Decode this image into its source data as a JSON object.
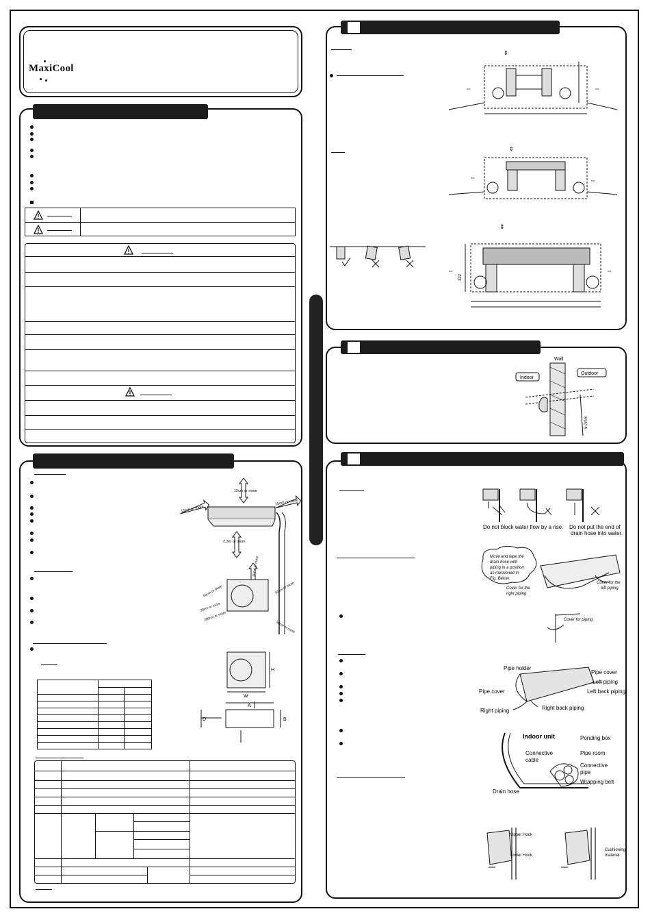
{
  "brand": {
    "name": "MaxiCool"
  },
  "fig_clearance": {
    "top": "15cm or more",
    "side_left": "15cm or more",
    "side_right": "15cm or more",
    "bottom": "2.3m or more"
  },
  "fig_outdoor_clearance": {
    "a": "30cm or more",
    "b": "50cm or more",
    "c": "50cm or more",
    "d": "200cm or more",
    "e": "30cm or more",
    "f": "50cm or more"
  },
  "fig_dims": {
    "h": "H",
    "w": "W",
    "a": "A",
    "b": "B",
    "d": "D"
  },
  "fig_wall": {
    "wall": "Wall",
    "indoor": "Indoor",
    "outdoor": "Outdoor",
    "gap": "5-7mm"
  },
  "fig_plate": {
    "dim1": "322"
  },
  "fig_drain": {
    "caption1": "Do not block water flow by a rise.",
    "caption2": "Do not put the end of drain hose into water."
  },
  "fig_tape": {
    "bubble": "Move and tape the drain hose with piping in a position as mentioned in Fig. Below.",
    "right_cover": "Cover for the right piping",
    "left_cover": "Cover for the left piping",
    "cover_piping": "Cover for piping"
  },
  "fig_piping": {
    "pipe_holder": "Pipe holder",
    "pipe_cover_r": "Pipe cover",
    "left_piping": "Left piping",
    "pipe_cover_l": "Pipe cover",
    "left_back": "Left back piping",
    "right_back": "Right back piping",
    "right_piping": "Right piping"
  },
  "fig_indoor": {
    "indoor_unit": "Indoor unit",
    "ponding": "Ponding box",
    "connective_cable": "Connective cable",
    "pipe_room": "Pipe room",
    "connective_pipe": "Connective pipe",
    "wrapping_belt": "Wrapping belt",
    "drain_hose": "Drain hose"
  },
  "fig_hook": {
    "upper": "Upper Hook",
    "lower": "Lower Hook",
    "cushion": "Cushioning material"
  }
}
